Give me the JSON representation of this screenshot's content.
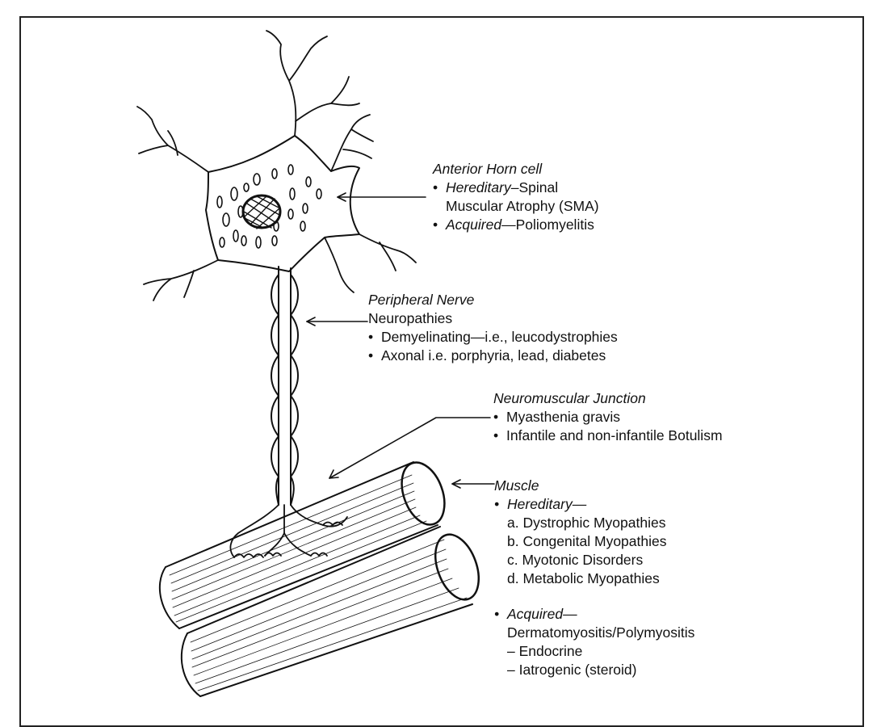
{
  "anterior_horn": {
    "title": "Anterior Horn cell",
    "item1_em": "Hereditary",
    "item1_rest": "–Spinal",
    "item1_line2": "Muscular Atrophy (SMA)",
    "item2_em": "Acquired",
    "item2_rest": "—Poliomyelitis"
  },
  "peripheral_nerve": {
    "title": "Peripheral Nerve",
    "subtitle": "Neuropathies",
    "items": [
      "Demyelinating—i.e., leucodystrophies",
      "Axonal i.e. porphyria, lead, diabetes"
    ]
  },
  "nmj": {
    "title": "Neuromuscular Junction",
    "items": [
      "Myasthenia gravis",
      "Infantile and non-infantile Botulism"
    ]
  },
  "muscle": {
    "title": "Muscle",
    "hereditary_label": "Hereditary—",
    "hereditary_items": [
      "a. Dystrophic Myopathies",
      "b. Congenital Myopathies",
      "c. Myotonic Disorders",
      "d. Metabolic Myopathies"
    ],
    "acquired_label": "Acquired—",
    "acquired_items": [
      "Dermatomyositis/Polymyositis",
      "– Endocrine",
      "– Iatrogenic (steroid)"
    ]
  }
}
